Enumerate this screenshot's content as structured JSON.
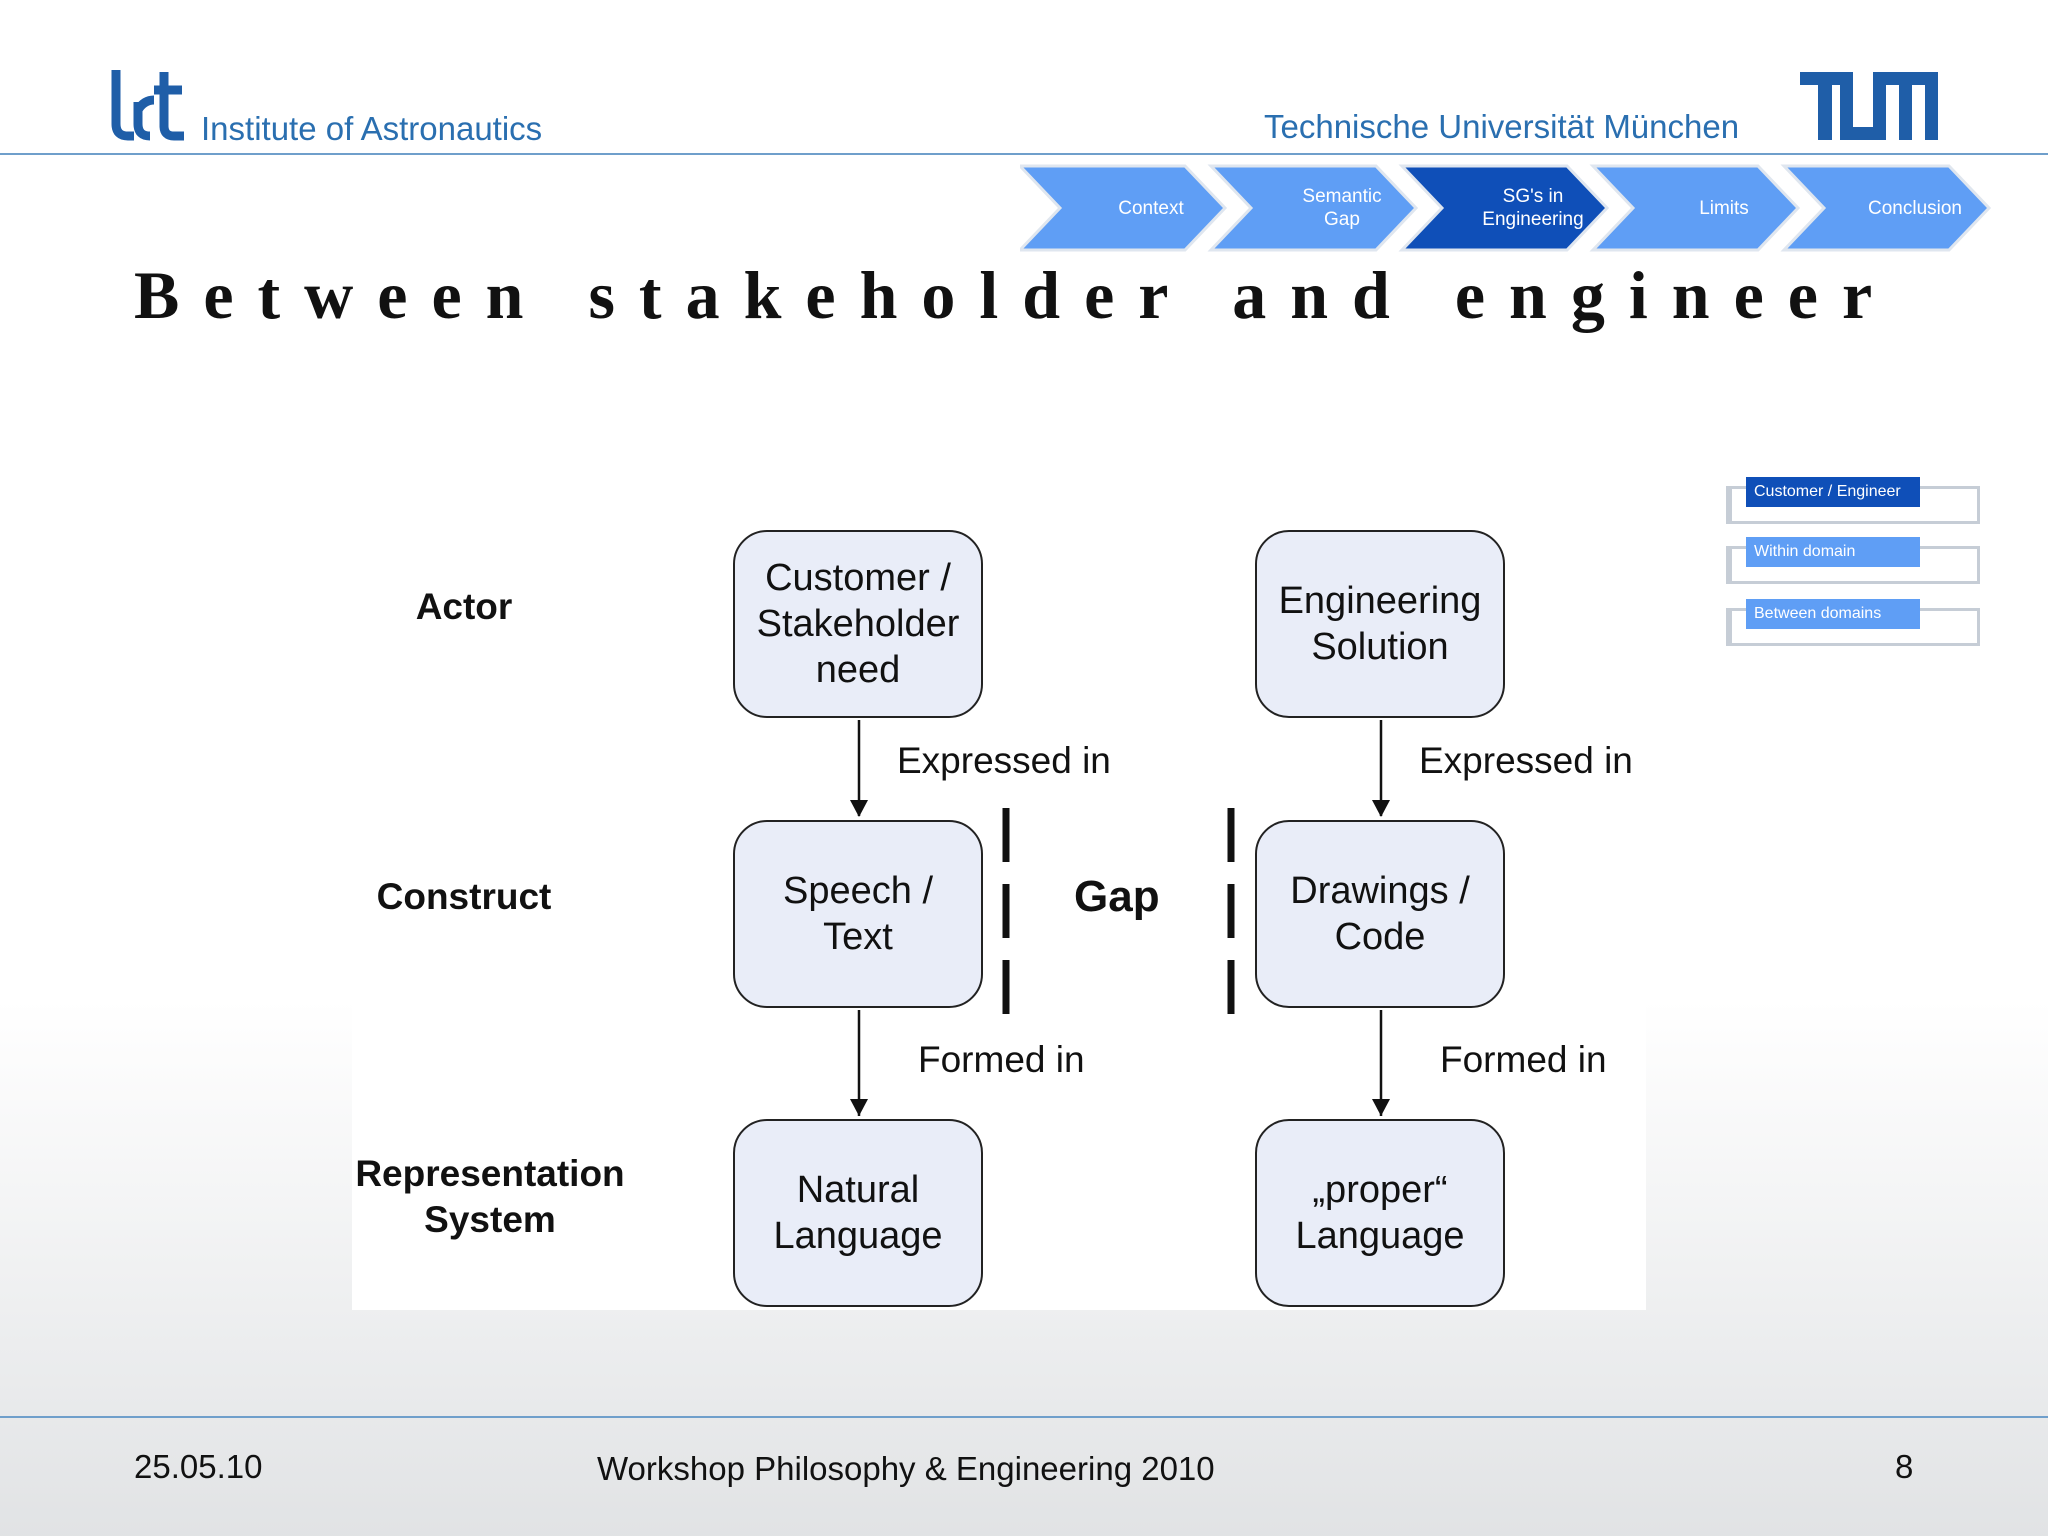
{
  "header": {
    "institute": "Institute of Astronautics",
    "university": "Technische Universität München"
  },
  "nav": {
    "items": [
      {
        "label": "Context",
        "active": false
      },
      {
        "label": "Semantic\nGap",
        "active": false
      },
      {
        "label": "SG's in\nEngineering",
        "active": true
      },
      {
        "label": "Limits",
        "active": false
      },
      {
        "label": "Conclusion",
        "active": false
      }
    ],
    "colors": {
      "inactive": "#5f9ef5",
      "active": "#0f4fb8"
    }
  },
  "title": "Between stakeholder and engineer",
  "legend": {
    "items": [
      {
        "label": "Customer / Engineer",
        "active": true
      },
      {
        "label": "Within domain",
        "active": false
      },
      {
        "label": "Between domains",
        "active": false
      }
    ],
    "colors": {
      "active": "#0f4fb8",
      "inactive": "#5f9ef5"
    }
  },
  "diagram": {
    "rows": {
      "actor": "Actor",
      "construct": "Construct",
      "representation": "Representation\nSystem"
    },
    "left": {
      "actor": "Customer /\nStakeholder\nneed",
      "construct": "Speech /\nText",
      "representation": "Natural\nLanguage",
      "edge1": "Expressed in",
      "edge2": "Formed in"
    },
    "right": {
      "actor": "Engineering\nSolution",
      "construct": "Drawings /\nCode",
      "representation": "„proper“\nLanguage",
      "edge1": "Expressed in",
      "edge2": "Formed in"
    },
    "gap": "Gap"
  },
  "footer": {
    "date": "25.05.10",
    "event": "Workshop Philosophy & Engineering 2010",
    "page": "8"
  }
}
